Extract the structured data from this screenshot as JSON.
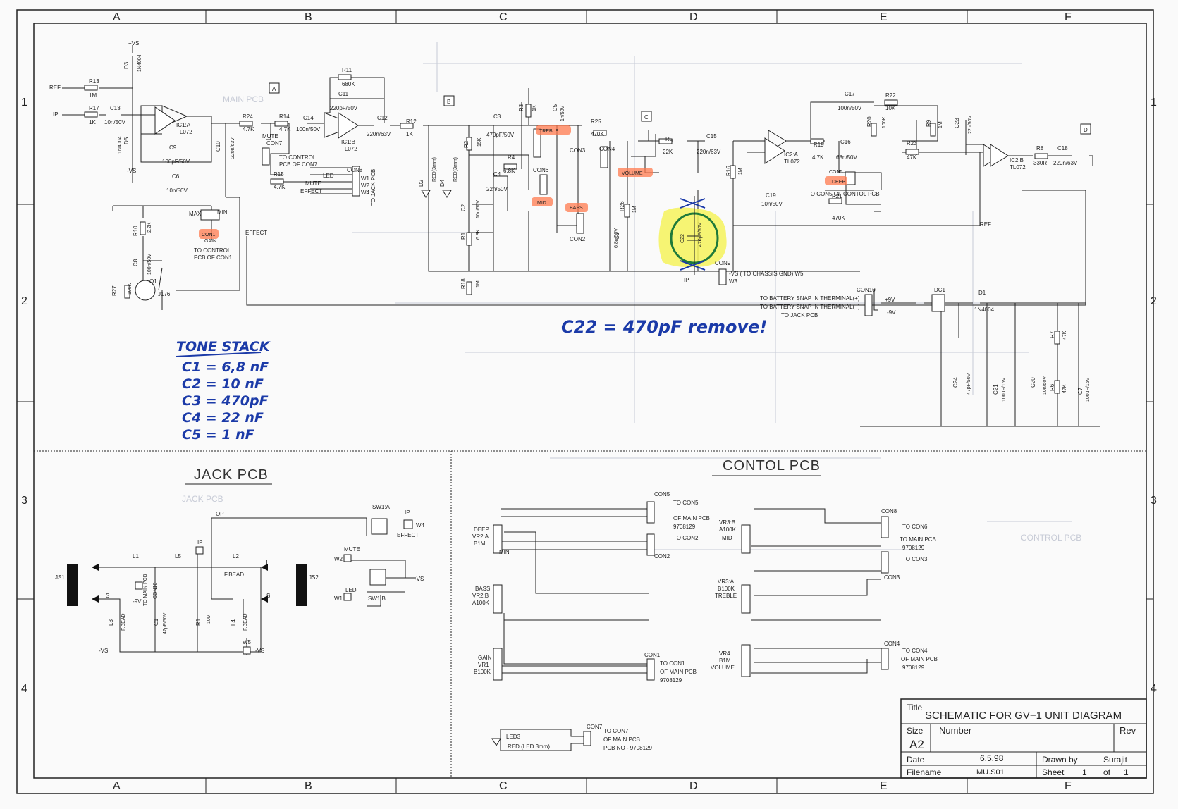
{
  "grid": {
    "columns": [
      "A",
      "B",
      "C",
      "D",
      "E",
      "F"
    ],
    "rows": [
      "1",
      "2",
      "3",
      "4"
    ]
  },
  "main_pcb": {
    "section_label": "MAIN PCB",
    "labels": {
      "ref": "REF",
      "ip": "IP",
      "vs_pos": "+VS",
      "vs_neg": "-VS",
      "r13": "R13",
      "r13v": "1M",
      "r17": "R17",
      "r17v": "1K",
      "c13": "C13",
      "c13v": "10n/50V",
      "d3": "D3",
      "d3v": "1N4004",
      "d5": "D5",
      "d5v": "1N4004",
      "ic1a": "IC1:A",
      "ic1av": "TL072",
      "c9": "C9",
      "c9v": "100pF/50V",
      "c6": "C6",
      "c6v": "10n/50V",
      "c10": "C10",
      "c10v": "220n/63V",
      "r24": "R24",
      "r24v": "4.7K",
      "r14": "R14",
      "r14v": "4.7K",
      "mute": "MUTE",
      "con7": "CON7",
      "con7_to": "TO CONTROL",
      "con7_to2": "PCB OF CON7",
      "c14": "C14",
      "c14v": "100n/50V",
      "r11": "R11",
      "r11v": "680K",
      "c11": "C11",
      "c11v": "220pF/50V",
      "ic1b": "IC1:B",
      "ic1bv": "TL072",
      "c12": "C12",
      "c12v": "220n/63V",
      "r12": "R12",
      "r12v": "1K",
      "r15": "R15",
      "r15v": "4.7K",
      "led": "LED",
      "mute_effect1": "MUTE",
      "mute_effect2": "EFFECT",
      "con8": "CON8",
      "w1": "W1",
      "w2": "W2",
      "w4": "W4",
      "to_jack": "TO JACK PCB",
      "con1": "CON1",
      "gain": "GAIN",
      "max": "MAX",
      "min": "MIN",
      "con1_to": "TO CONTROL",
      "con1_to2": "PCB OF CON1",
      "r10": "R10",
      "r10v": "2.2K",
      "c8": "C8",
      "c8v": "100n/50V",
      "q1": "Q1",
      "q1v": "J176",
      "r27": "R27",
      "r27v": "100K",
      "effect": "EFFECT",
      "d2": "D2",
      "d2v": "RED(3mm)",
      "d4": "D4",
      "d4v": "RED(3mm)",
      "r2": "R2",
      "r2v": "15K",
      "c3": "C3",
      "c3v": "470pF/50V",
      "r3": "R3",
      "r3v": "1K",
      "c5": "C5",
      "c5v": "1n/50V",
      "treble": "TREBLE",
      "con3": "CON3",
      "r4": "R4",
      "r4v": "6.8K",
      "c4": "C4",
      "c4v": "22n/50V",
      "con6": "CON6",
      "mid": "MID",
      "c2": "C2",
      "c2v": "10n/50V",
      "r1": "R1",
      "r1v": "6.8K",
      "r18": "R18",
      "r18v": "1M",
      "bass": "BASS",
      "con2": "CON2",
      "c1": "C1",
      "c1v": "6.8n/50V",
      "r25": "R25",
      "r25v": "470K",
      "con4": "CON4",
      "volume": "VOLUME",
      "r26": "R26",
      "r26v": "1M",
      "r5": "R5",
      "r5v": "22K",
      "c15": "C15",
      "c15v": "220n/63V",
      "r16": "R16",
      "r16v": "1M",
      "c22": "C22",
      "c22v": "470pF/50V",
      "con9": "CON9",
      "con9_note": "-VS ( TO CHASSIS GND) W5",
      "w3": "W3",
      "ip2": "IP",
      "c17": "C17",
      "c17v": "100n/50V",
      "r22": "R22",
      "r22v": "10K",
      "r20": "R20",
      "r20v": "100K",
      "ic2a": "IC2:A",
      "ic2av": "TL072",
      "r19": "R19",
      "r19v": "4.7K",
      "c16": "C16",
      "c16v": "68n/50V",
      "con5": "CON5",
      "deep": "DEEP",
      "con5_to": "TO CON5 OF CONTOL PCB",
      "r21": "R21",
      "r21v": "470K",
      "c19": "C19",
      "c19v": "10n/50V",
      "r9": "R9",
      "r9v": "1M",
      "c23": "C23",
      "c23v": "22p/50V",
      "r23": "R23",
      "r23v": "47K",
      "ic2b": "IC2:B",
      "ic2bv": "TL072",
      "r8": "R8",
      "r8v": "330R",
      "c18": "C18",
      "c18v": "220n/63V",
      "ref2": "REF",
      "con10": "CON10",
      "batt1": "TO BATTERY SNAP IN THERMINAL(+)",
      "batt2": "TO BATTERY SNAP IN THERMINAL(−)",
      "batt3": "TO JACK PCB",
      "p9v": "+9V",
      "m9v": "-9V",
      "dc1": "DC1",
      "d1": "D1",
      "d1v": "1N4004",
      "r7": "R7",
      "r7v": "47K",
      "r6": "R6",
      "r6v": "47K",
      "c24": "C24",
      "c24v": "47pF/50V",
      "c7": "C7",
      "c7v": "100uF/16V",
      "c20": "C20",
      "c20v": "10n/50V",
      "c21": "C21",
      "c21v": "100uF/16V"
    },
    "test_points": [
      "A",
      "B",
      "C",
      "D"
    ]
  },
  "jack_pcb": {
    "title": "JACK PCB",
    "labels": {
      "op": "OP",
      "sw1a": "SW1:A",
      "ip": "IP",
      "w4": "W4",
      "effect": "EFFECT",
      "js1": "JS1",
      "js2": "JS2",
      "t1": "T",
      "s1": "S",
      "t2": "T",
      "s2": "S",
      "l1": "L1",
      "l5": "L5",
      "l2": "L2",
      "fbead": "F.BEAD",
      "l3": "L3",
      "l3v": "F.BEAD",
      "l4": "L4",
      "l4v": "F.BEAD",
      "c1": "C1",
      "c1v": "47pF/50V",
      "r1": "R1",
      "r1v": "10M",
      "con10": "CON10",
      "to_main": "TO MAIN PCB",
      "m9v": "-9V",
      "w9": "IP",
      "mute": "MUTE",
      "w2": "W2",
      "led": "LED",
      "w1": "W1",
      "sw1b": "SW1:B",
      "mvs": "-VS",
      "w5": "W5",
      "mvs2": "-VS",
      "mvs3": "-VS"
    }
  },
  "control_pcb": {
    "title": "CONTOL PCB",
    "labels": {
      "con5": "CON5",
      "to_con5": "TO CON5",
      "of_main": "OF MAIN PCB",
      "pcb_no": "9708129",
      "to_con2": "TO CON2",
      "con2": "CON2",
      "deep": "DEEP",
      "vr2a": "VR2:A",
      "b1m": "B1M",
      "min": "MIN",
      "bass": "BASS",
      "vr2b": "VR2:B",
      "a100k": "A100K",
      "gain": "GAIN",
      "vr1": "VR1",
      "b100k": "B100K",
      "con1": "CON1",
      "to_con1": "TO CON1",
      "of_main1": "OF MAIN PCB",
      "pcb_no1": "9708129",
      "led3": "LED3",
      "led3v": "RED (LED 3mm)",
      "con7": "CON7",
      "to_con7": "TO CON7",
      "of_main7": "OF MAIN PCB",
      "pcb_no7": "PCB NO - 9708129",
      "vr3b": "VR3:B",
      "a100k2": "A100K",
      "mid": "MID",
      "con8": "CON8",
      "to_con6": "TO CON6",
      "to_main8": "TO MAIN PCB",
      "pcb_no8": "9708129",
      "vr3a": "VR3:A",
      "b100k2": "B100K",
      "treble": "TREBLE",
      "to_con3": "TO CON3",
      "con3": "CON3",
      "vr4": "VR4",
      "b1m2": "B1M",
      "volume": "VOLUME",
      "con4": "CON4",
      "to_con4": "TO CON4",
      "of_main4": "OF MAIN PCB",
      "pcb_no4": "9708129"
    }
  },
  "handwritten": {
    "tone_stack_title": "TONE STACK",
    "tone_stack": [
      "C1 = 6,8 nF",
      "C2 = 10 nF",
      "C3 = 470pF",
      "C4 = 22 nF",
      "C5 = 1 nF"
    ],
    "c22_note": "C22 = 470pF remove!"
  },
  "title_block": {
    "title_label": "Title",
    "title": "SCHEMATIC FOR GV−1 UNIT DIAGRAM",
    "size_label": "Size",
    "size": "A2",
    "number_label": "Number",
    "rev_label": "Rev",
    "date_label": "Date",
    "date": "6.5.98",
    "drawn_label": "Drawn by",
    "drawn_by": "Surajit",
    "filename_label": "Filename",
    "filename": "MU.S01",
    "sheet_label": "Sheet",
    "sheet": "1",
    "of_label": "of",
    "of": "1"
  },
  "colors": {
    "ink": "#222222",
    "pen_blue": "#1b3aa8",
    "highlight_orange": "#ff7a4e",
    "highlight_yellow": "#f4f25a",
    "marker_green": "#1f7a3a"
  }
}
